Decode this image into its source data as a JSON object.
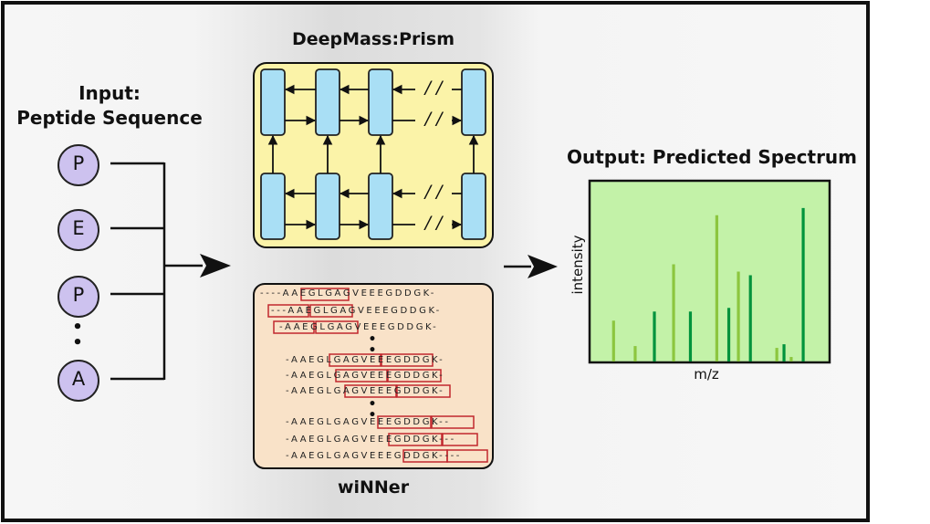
{
  "input": {
    "title_line1": "Input:",
    "title_line2": "Peptide Sequence",
    "residues": [
      "P",
      "E",
      "P",
      "A"
    ],
    "ellipsis": "•\n•"
  },
  "prism": {
    "title": "DeepMass:Prism",
    "break_mark": "/ /"
  },
  "winner": {
    "title": "wiNNer",
    "sequences": [
      "----AAEGLGAGVEEEGDDGK-",
      "---AAEGLGAGVEEEGDDGK-",
      "-AAEGLGAGVEEEGDDGK-",
      "-AAEGLGAGVEEEGDDGK-",
      "-AAEGLGAGVEEEGDDGK-",
      "-AAEGLGAGVEEEGDDGK-",
      "-AAEGLGAGVEEEGDDGK--",
      "-AAEGLGAGVEEEGDDGK---",
      "-AAEGLGAGVEEEGDDGK----"
    ],
    "ellipsis": "•\n•"
  },
  "output": {
    "title": "Output: Predicted Spectrum",
    "xlabel": "m/z",
    "ylabel": "intensity"
  },
  "chart_data": {
    "type": "bar",
    "title": "Output: Predicted Spectrum",
    "xlabel": "m/z",
    "ylabel": "intensity",
    "ylim": [
      0,
      1
    ],
    "series": [
      {
        "name": "",
        "color": "#8cc63f",
        "x": [
          0.1,
          0.19,
          0.35,
          0.53,
          0.62,
          0.78,
          0.84
        ],
        "values": [
          0.23,
          0.09,
          0.54,
          0.81,
          0.5,
          0.08,
          0.03
        ]
      },
      {
        "name": "",
        "color": "#00933c",
        "x": [
          0.27,
          0.42,
          0.58,
          0.67,
          0.81,
          0.89
        ],
        "values": [
          0.28,
          0.28,
          0.3,
          0.48,
          0.1,
          0.85
        ]
      }
    ],
    "colors": {
      "plot_bg": "#c3f2a8",
      "box_bg": "#fbf3a8",
      "rect_fill": "#a9dff5",
      "winner_bg": "#f9e2c8",
      "highlight": "#c1272d"
    }
  }
}
